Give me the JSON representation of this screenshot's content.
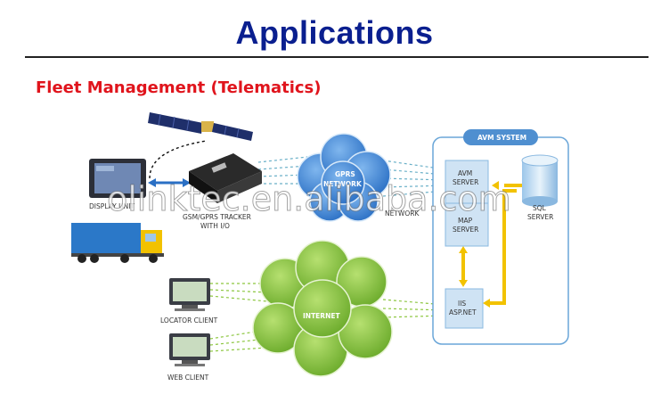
{
  "header": {
    "title": "Applications",
    "subtitle": "Fleet Management (Telematics)"
  },
  "diagram": {
    "display_label": "DISPLAY UNIT",
    "tracker_label_1": "GSM/GPRS TRACKER",
    "tracker_label_2": "WITH I/O",
    "gprs_label_1": "GPRS",
    "gprs_label_2": "NETWORK",
    "network_label": "NETWORK",
    "internet_label": "INTERNET",
    "locator_label": "LOCATOR CLIENT",
    "web_label": "WEB CLIENT",
    "avm_system_label": "AVM SYSTEM",
    "avm_server_1": "AVM",
    "avm_server_2": "SERVER",
    "map_server_1": "MAP",
    "map_server_2": "SERVER",
    "iis_1": "IIS",
    "iis_2": "ASP.NET",
    "sql_1": "SQL",
    "sql_2": "SERVER"
  },
  "watermark": "olinktec.en.alibaba.com",
  "colors": {
    "title": "#0a1f8f",
    "subtitle": "#e0141c",
    "gprs_cloud": "#3f86d6",
    "internet_cloud": "#8cc63f",
    "link_yellow": "#f2c200",
    "avm_border": "#6aa6d8"
  }
}
